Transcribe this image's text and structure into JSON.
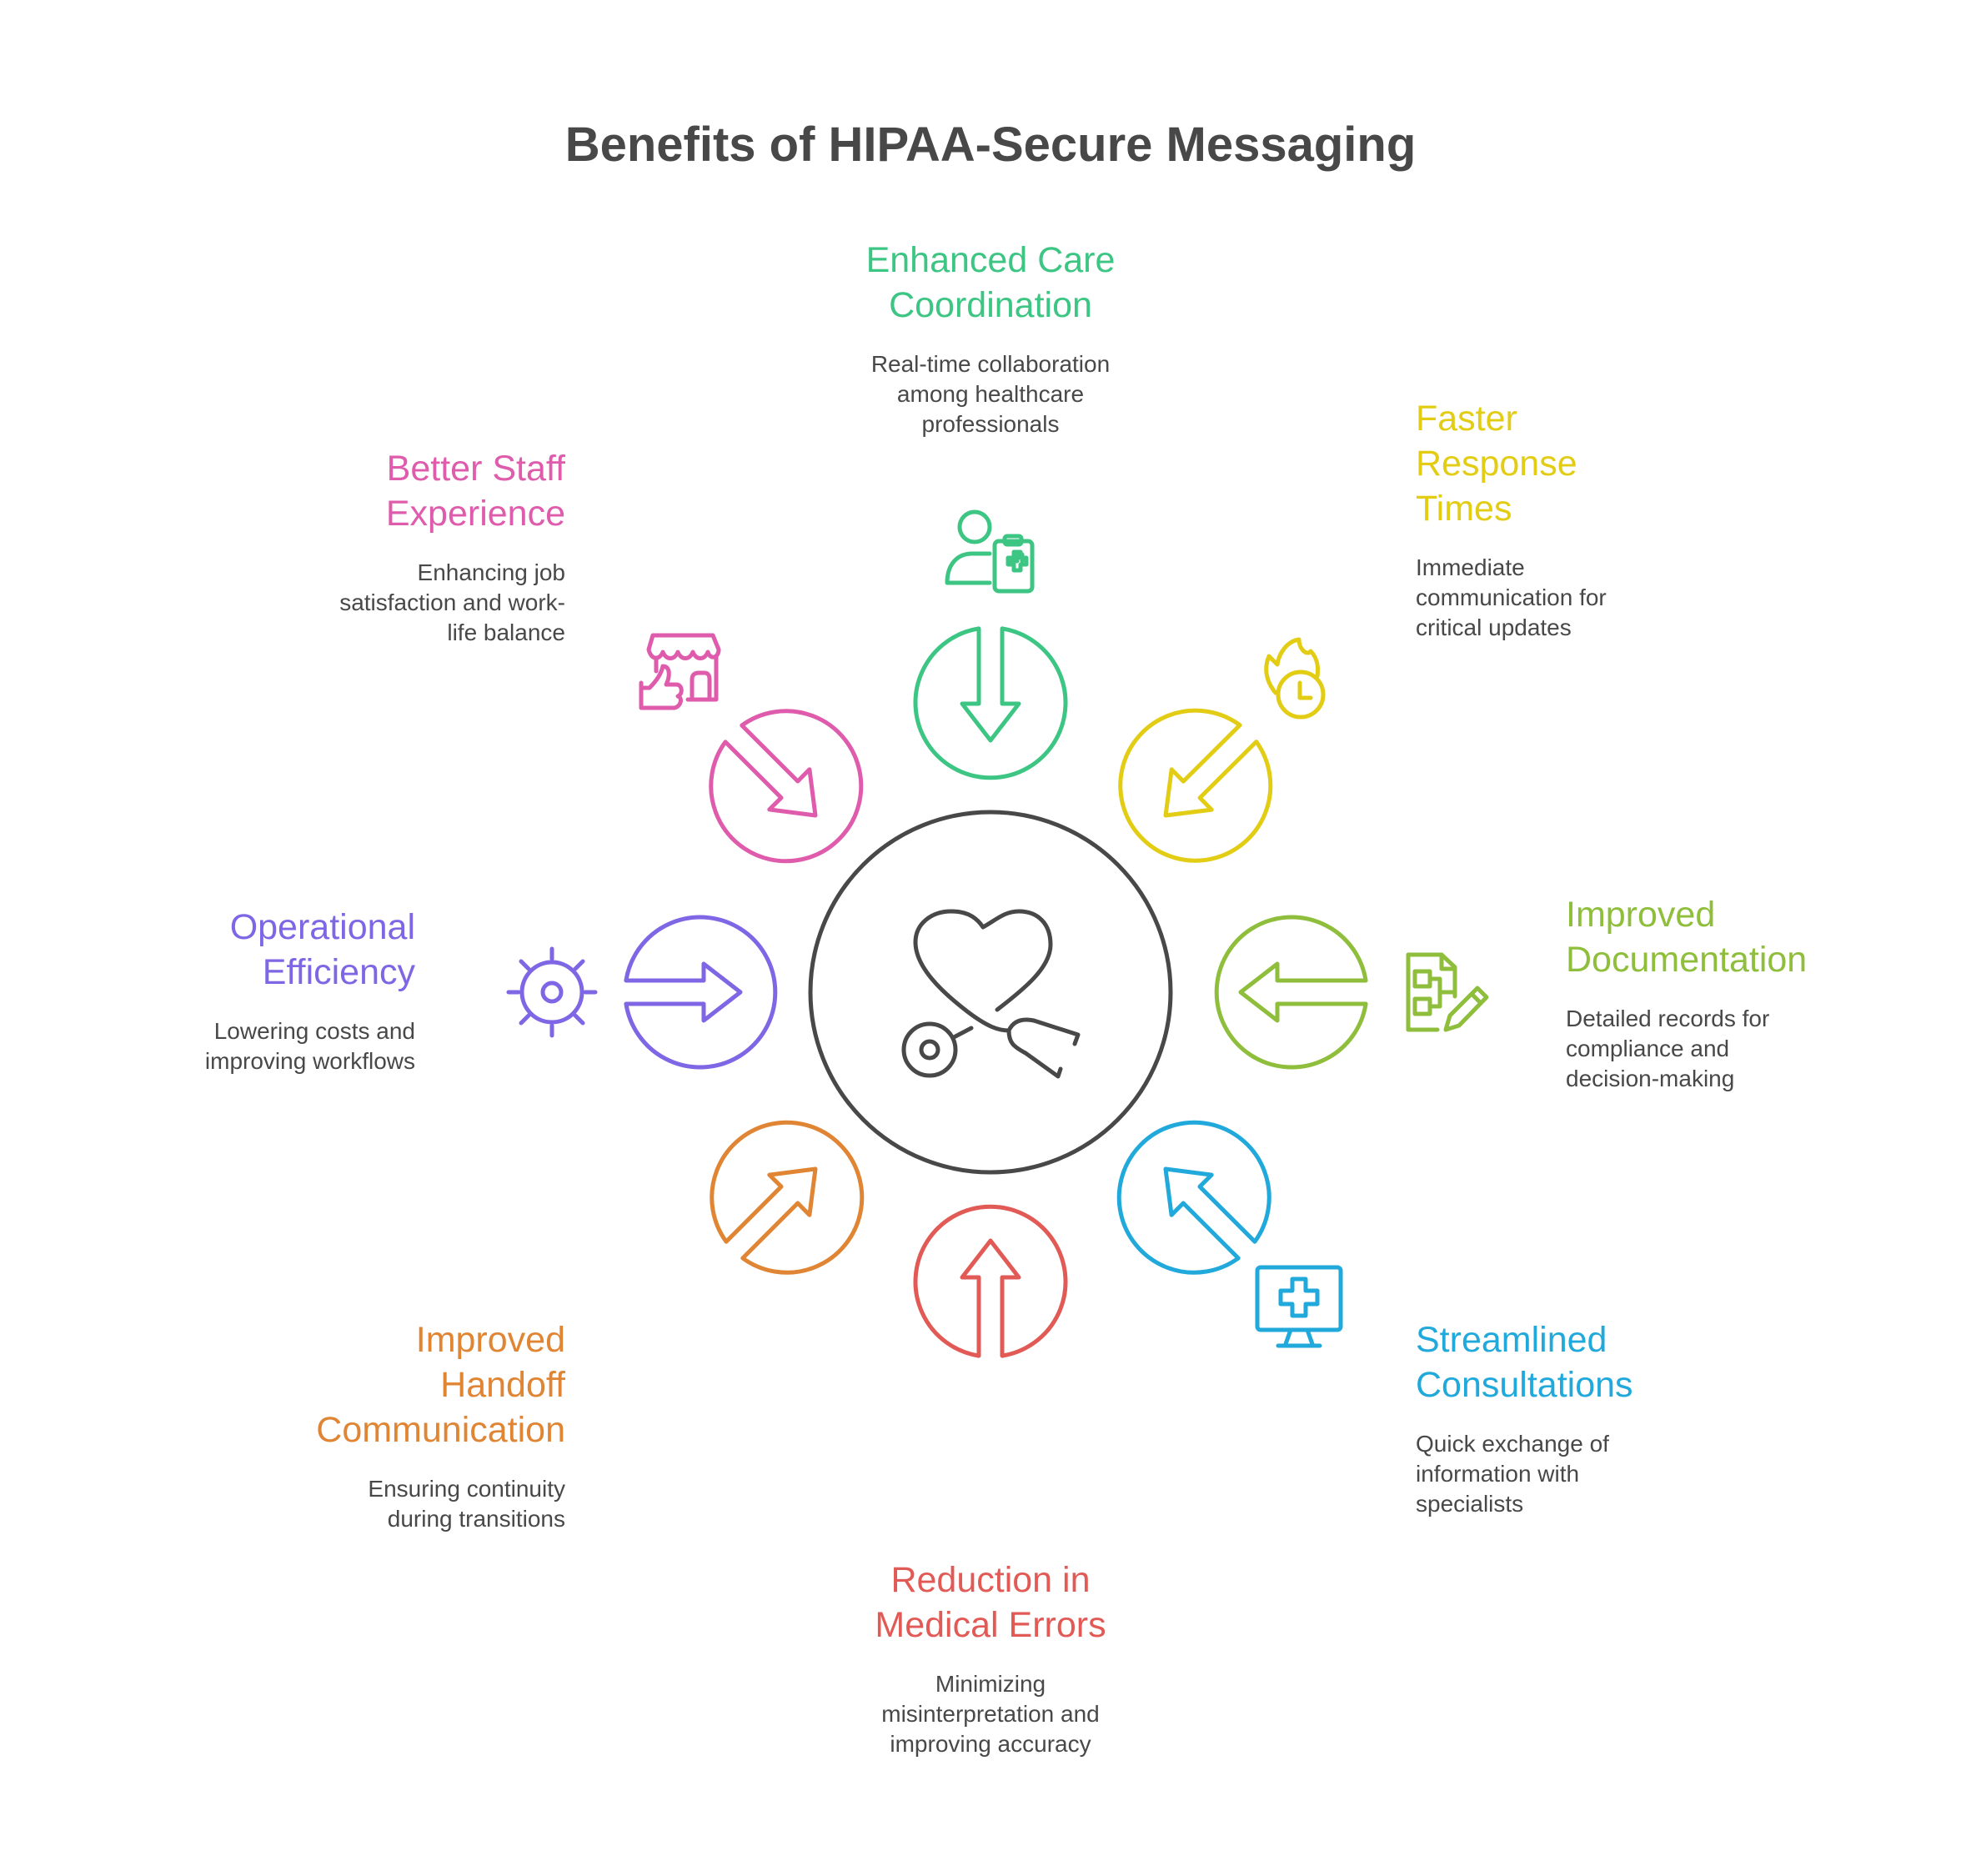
{
  "title": "Benefits of HIPAA-Secure Messaging",
  "center": {
    "icon": "heart-stethoscope-icon",
    "color": "#484848"
  },
  "benefits": [
    {
      "id": "care-coordination",
      "title": "Enhanced Care Coordination",
      "title_lines": [
        "Enhanced Care",
        "Coordination"
      ],
      "description_lines": [
        "Real-time collaboration",
        "among healthcare",
        "professionals"
      ],
      "color": "#3CC583",
      "icon": "patient-clipboard-icon",
      "position": "top"
    },
    {
      "id": "faster-response",
      "title": "Faster Response Times",
      "title_lines": [
        "Faster",
        "Response",
        "Times"
      ],
      "description_lines": [
        "Immediate",
        "communication for",
        "critical updates"
      ],
      "color": "#E2CC14",
      "icon": "fire-clock-icon",
      "position": "top-right"
    },
    {
      "id": "documentation",
      "title": "Improved Documentation",
      "title_lines": [
        "Improved",
        "Documentation"
      ],
      "description_lines": [
        "Detailed records for",
        "compliance and",
        "decision-making"
      ],
      "color": "#8FBE3C",
      "icon": "document-flowchart-pencil-icon",
      "position": "right"
    },
    {
      "id": "consultations",
      "title": "Streamlined Consultations",
      "title_lines": [
        "Streamlined",
        "Consultations"
      ],
      "description_lines": [
        "Quick exchange of",
        "information with",
        "specialists"
      ],
      "color": "#20A9DA",
      "icon": "monitor-medical-cross-icon",
      "position": "bottom-right"
    },
    {
      "id": "medical-errors",
      "title": "Reduction in Medical Errors",
      "title_lines": [
        "Reduction in",
        "Medical Errors"
      ],
      "description_lines": [
        "Minimizing",
        "misinterpretation and",
        "improving accuracy"
      ],
      "color": "#E25A55",
      "icon": "none",
      "position": "bottom"
    },
    {
      "id": "handoff",
      "title": "Improved Handoff Communication",
      "title_lines": [
        "Improved",
        "Handoff",
        "Communication"
      ],
      "description_lines": [
        "Ensuring continuity",
        "during transitions"
      ],
      "color": "#E08534",
      "icon": "none",
      "position": "bottom-left"
    },
    {
      "id": "efficiency",
      "title": "Operational Efficiency",
      "title_lines": [
        "Operational",
        "Efficiency"
      ],
      "description_lines": [
        "Lowering costs and",
        "improving workflows"
      ],
      "color": "#7E66E5",
      "icon": "gear-cog-icon",
      "position": "left"
    },
    {
      "id": "staff-experience",
      "title": "Better Staff Experience",
      "title_lines": [
        "Better Staff",
        "Experience"
      ],
      "description_lines": [
        "Enhancing job",
        "satisfaction and work-",
        "life balance"
      ],
      "color": "#DF5BAB",
      "icon": "storefront-thumbs-up-icon",
      "position": "top-left"
    }
  ]
}
